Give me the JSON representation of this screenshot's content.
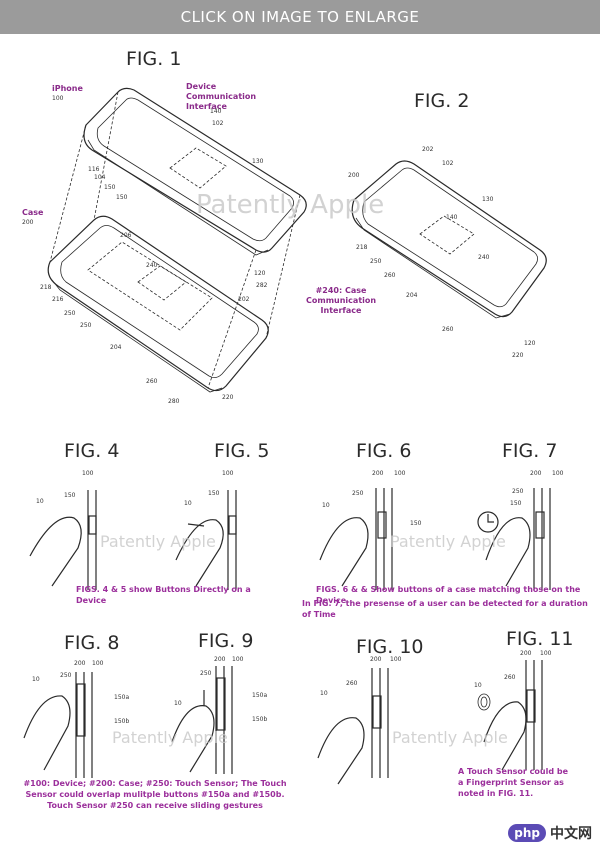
{
  "header": {
    "text": "CLICK ON IMAGE TO ENLARGE"
  },
  "figures": {
    "fig1": "FIG. 1",
    "fig2": "FIG. 2",
    "fig4": "FIG. 4",
    "fig5": "FIG. 5",
    "fig6": "FIG. 6",
    "fig7": "FIG. 7",
    "fig8": "FIG. 8",
    "fig9": "FIG. 9",
    "fig10": "FIG. 10",
    "fig11": "FIG. 11"
  },
  "labels": {
    "iphone": "iPhone",
    "iphone_num": "100",
    "device_comm": "Device Communication Interface",
    "case": "Case",
    "case_num": "200",
    "case_comm": "#240: Case Communication Interface"
  },
  "numbers": {
    "n102": "102",
    "n140": "140",
    "n130": "130",
    "n116": "116",
    "n104": "104",
    "n150": "150",
    "n120": "120",
    "n206": "206",
    "n240": "240",
    "n282": "282",
    "n218": "218",
    "n216": "216",
    "n250": "250",
    "n202": "202",
    "n204": "204",
    "n260": "260",
    "n280": "280",
    "n220": "220",
    "n200": "200",
    "n100": "100",
    "n10": "10",
    "n150a": "150a",
    "n150b": "150b"
  },
  "notes": {
    "fig45": "FIGS. 4 & 5 show Buttons Directly on a Device",
    "fig67a": "FIGS. 6 & & Show buttons of a case matching those on the Device",
    "fig67b": "In FIG. 7, the presense of a user can be detected for a duration of  Time",
    "fig89": "#100: Device; #200: Case; #250: Touch Sensor; The Touch Sensor could overlap mulitple buttons #150a and #150b. Touch Sensor #250 can receive sliding gestures",
    "fig11": "A Touch Sensor could be a Fingerprint Sensor as noted in FIG. 11."
  },
  "watermark": "Patently Apple",
  "logo": {
    "badge": "php",
    "text": "中文网"
  }
}
